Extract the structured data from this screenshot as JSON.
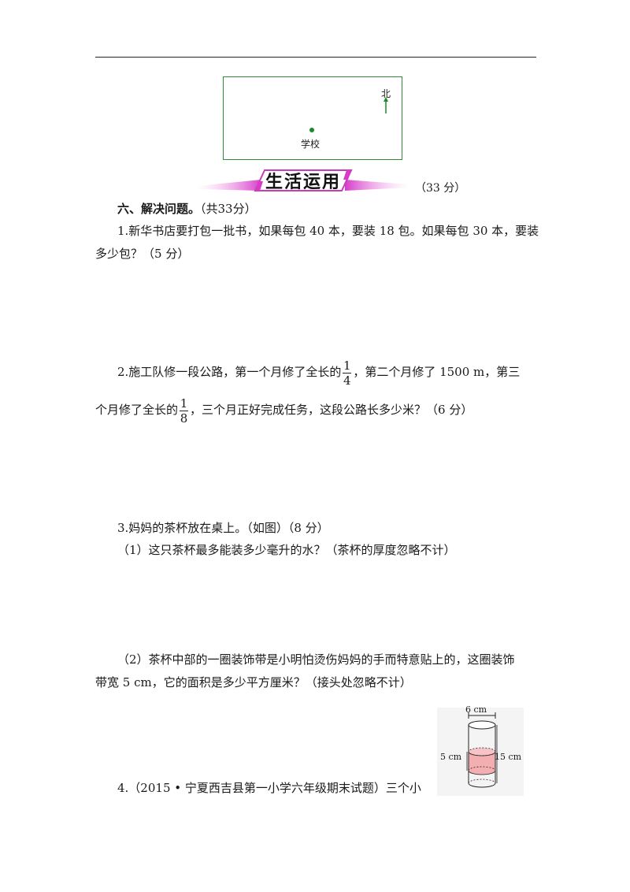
{
  "map": {
    "north_label": "北",
    "school_label": "学校"
  },
  "banner": {
    "title": "生活运用",
    "score": "（33 分）"
  },
  "section6": {
    "heading": "六、解决问题。",
    "heading_score": "（共33分）"
  },
  "q1": {
    "line1": "1.新华书店要打包一批书，如果每包 40 本，要装 18 包。如果每包 30 本，要装",
    "line2": "多少包？",
    "line2_score": "（5 分）"
  },
  "q2": {
    "line1_a": "2.施工队修一段公路，第一个月修了全长的",
    "frac1_num": "1",
    "frac1_den": "4",
    "line1_b": "，第二个月修了 1500  m，第三",
    "line2_a": "个月修了全长的",
    "frac2_num": "1",
    "frac2_den": "8",
    "line2_b": "，三个月正好完成任务，这段公路长多少米？（6 分）"
  },
  "q3": {
    "intro": "3.妈妈的茶杯放在桌上。（如图）（8 分）",
    "sub1": "（1）这只茶杯最多能装多少毫升的水？（茶杯的厚度忽略不计）",
    "sub2_line1": "（2）茶杯中部的一圈装饰带是小明怕烫伤妈妈的手而特意贴上的，这圈装饰",
    "sub2_line2": "带宽 5  cm，它的面积是多少平方厘米？（接头处忽略不计）"
  },
  "figure": {
    "top_label": "6 cm",
    "left_label": "5 cm",
    "right_label": "15 cm"
  },
  "q4": {
    "line1": "4.（2015 • 宁夏西吉县第一小学六年级期末试题）三个小"
  }
}
